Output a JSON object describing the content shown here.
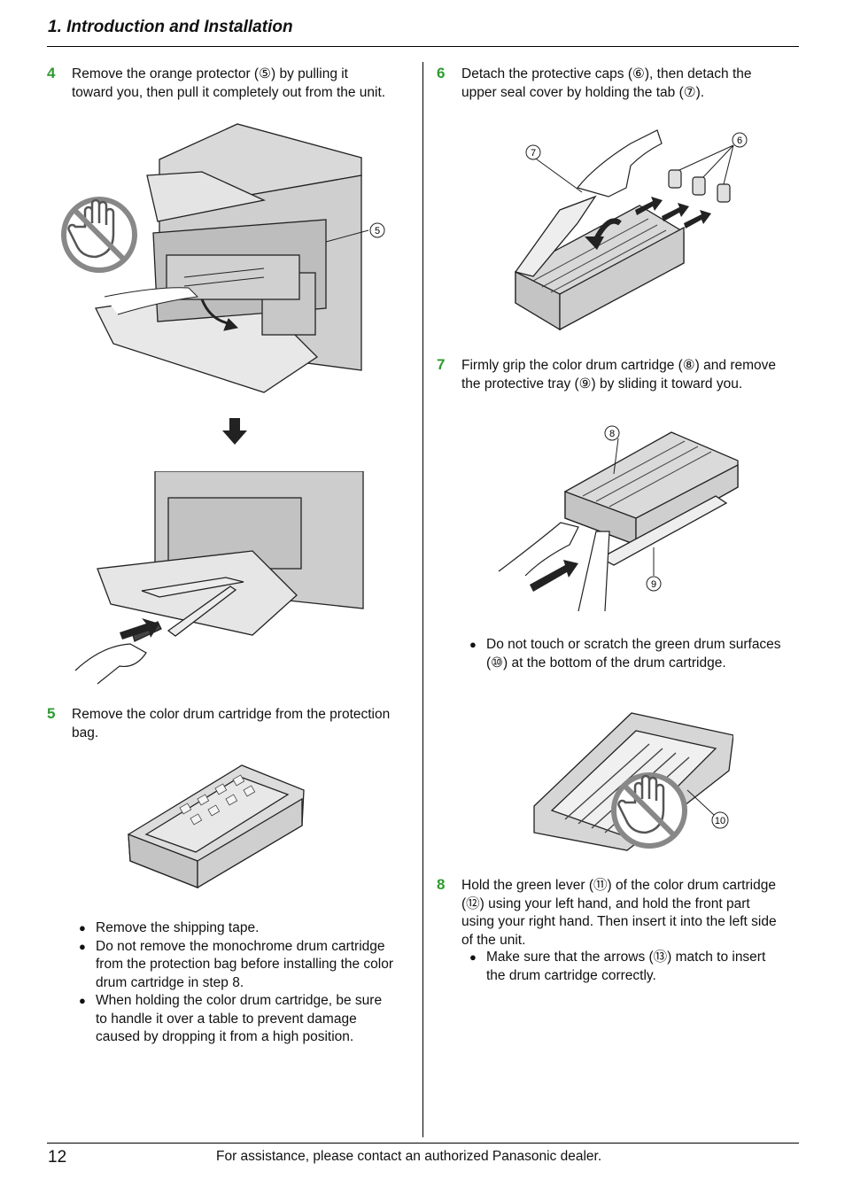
{
  "header": {
    "title": "1. Introduction and Installation"
  },
  "footer": {
    "page_number": "12",
    "text": "For assistance, please contact an authorized Panasonic dealer."
  },
  "callouts": {
    "c5": "5",
    "c6": "6",
    "c7": "7",
    "c8": "8",
    "c9": "9",
    "c10": "10"
  },
  "steps": {
    "s4": {
      "number": "4",
      "line1": "Remove the orange protector (⑤) by pulling it",
      "line2": "toward you, then pull it completely out from the unit."
    },
    "s5": {
      "number": "5",
      "line1": "Remove the color drum cartridge from the protection",
      "line2": "bag.",
      "bullets": [
        {
          "lines": [
            "Remove the shipping tape."
          ]
        },
        {
          "lines": [
            "Do not remove the monochrome drum cartridge",
            "from the protection bag before installing the color",
            "drum cartridge in step 8."
          ]
        },
        {
          "lines": [
            "When holding the color drum cartridge, be sure",
            "to handle it over a table to prevent damage",
            "caused by dropping it from a high position."
          ]
        }
      ]
    },
    "s6": {
      "number": "6",
      "line1": "Detach the protective caps (⑥), then detach the",
      "line2": "upper seal cover by holding the tab (⑦)."
    },
    "s7": {
      "number": "7",
      "line1": "Firmly grip the color drum cartridge (⑧) and remove",
      "line2": "the protective tray (⑨) by sliding it toward you.",
      "bullets": [
        {
          "lines": [
            "Do not touch or scratch the green drum surfaces",
            "(⑩) at the bottom of the drum cartridge."
          ]
        }
      ]
    },
    "s8": {
      "number": "8",
      "line1": "Hold the green lever (⑪) of the color drum cartridge",
      "line2": "(⑫) using your left hand, and hold the front part",
      "line3": "using your right hand. Then insert it into the left side",
      "line4": "of the unit.",
      "bullets": [
        {
          "lines": [
            "Make sure that the arrows (⑬) match to insert",
            "the drum cartridge correctly."
          ]
        }
      ]
    }
  }
}
